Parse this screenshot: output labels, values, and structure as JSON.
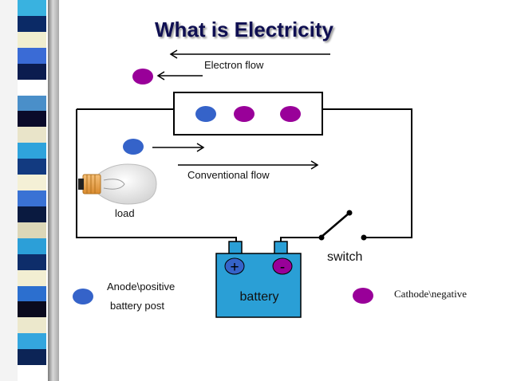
{
  "slide": {
    "title": "What is Electricity",
    "labels": {
      "electron_flow": "Electron flow",
      "conventional_flow": "Conventional flow",
      "load": "load",
      "switch": "switch",
      "battery": "battery",
      "plus": "+",
      "minus": "-",
      "anode_line1": "Anode\\positive",
      "anode_line2": "battery post",
      "cathode": "Cathode\\negative"
    },
    "colors": {
      "positive": "#3563c9",
      "negative": "#990099",
      "battery": "#2a9fd6",
      "title": "#0f0f52"
    },
    "sidebar_colors": [
      "#39b2e0",
      "#0b2a66",
      "#f0eecf",
      "#3a6bd6",
      "#0b1c4f",
      "#ffffff",
      "#4a8fc9",
      "#0a0a2a",
      "#e9e4c9",
      "#2fa3dc",
      "#123a80",
      "#f4f0d6",
      "#3a72d4",
      "#0a1a40",
      "#dcd7b8",
      "#2c9fd8",
      "#0e2d6a",
      "#f2eed2",
      "#2c6fcf",
      "#0a0a1e",
      "#ece8cc",
      "#34a6de",
      "#0c2456",
      "#ffffff"
    ],
    "icons": [
      "light-bulb-icon",
      "switch-icon",
      "battery-icon"
    ]
  }
}
